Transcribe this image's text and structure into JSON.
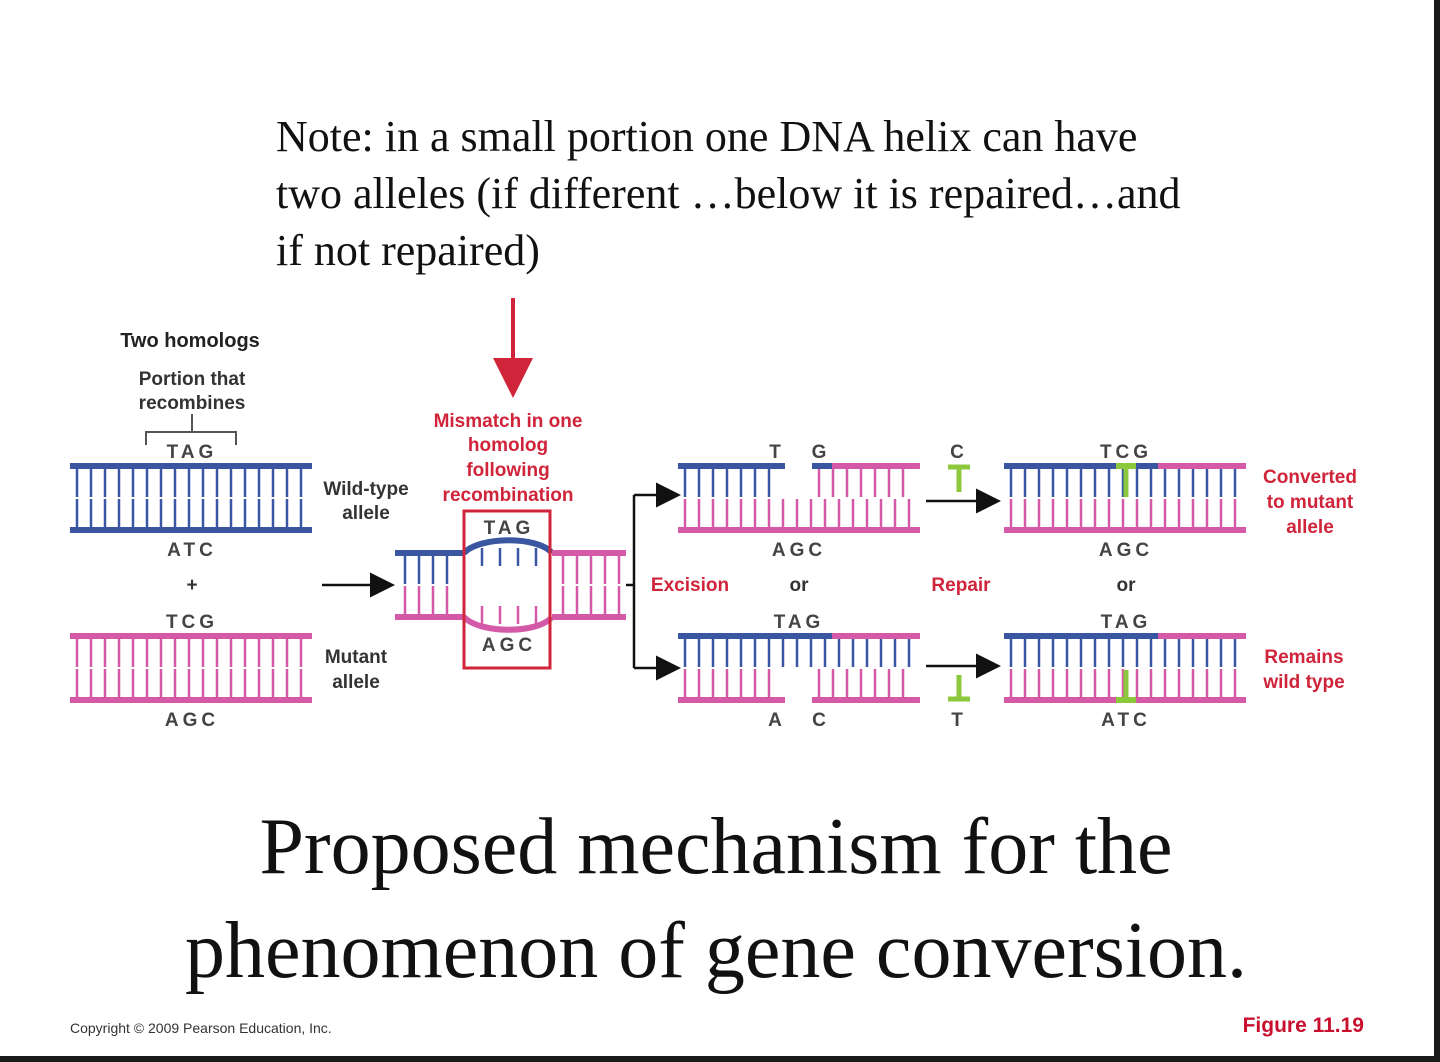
{
  "note": {
    "line1": "Note: in a small portion one DNA helix can have",
    "line2": "two alleles (if different …below it is repaired…and",
    "line3": "if not repaired)"
  },
  "diagram": {
    "colors": {
      "wild_type_strand": "#3a56a0",
      "mutant_strand": "#d45aa8",
      "highlight": "#d0243a",
      "repair_base": "#8cc83c"
    },
    "two_homologs": "Two homologs",
    "portion_recombines_1": "Portion that",
    "portion_recombines_2": "recombines",
    "wt_top_seq": "TAG",
    "wt_bottom_seq": "ATC",
    "wild_type_1": "Wild-type",
    "wild_type_2": "allele",
    "plus": "+",
    "mut_top_seq": "TCG",
    "mut_bottom_seq": "AGC",
    "mutant_1": "Mutant",
    "mutant_2": "allele",
    "mismatch_1": "Mismatch in one",
    "mismatch_2": "homolog",
    "mismatch_3": "following",
    "mismatch_4": "recombination",
    "het_top_seq": "TAG",
    "het_bottom_seq": "AGC",
    "excision": "Excision",
    "or1": "or",
    "repair": "Repair",
    "or2": "or",
    "exc1_top_left": "T",
    "exc1_top_right": "G",
    "exc1_bottom": "AGC",
    "exc2_top": "TAG",
    "exc2_bottom_left": "A",
    "exc2_bottom_right": "C",
    "repair_base_1": "C",
    "repair_base_2": "T",
    "res1_top": "TCG",
    "res1_bottom": "AGC",
    "res2_top": "TAG",
    "res2_bottom": "ATC",
    "converted_1": "Converted",
    "converted_2": "to mutant",
    "converted_3": "allele",
    "remains_1": "Remains",
    "remains_2": "wild type"
  },
  "title": {
    "line1": "Proposed mechanism for the",
    "line2": "phenomenon of gene conversion."
  },
  "copyright": "Copyright © 2009 Pearson Education, Inc.",
  "figure_label": "Figure 11.19"
}
